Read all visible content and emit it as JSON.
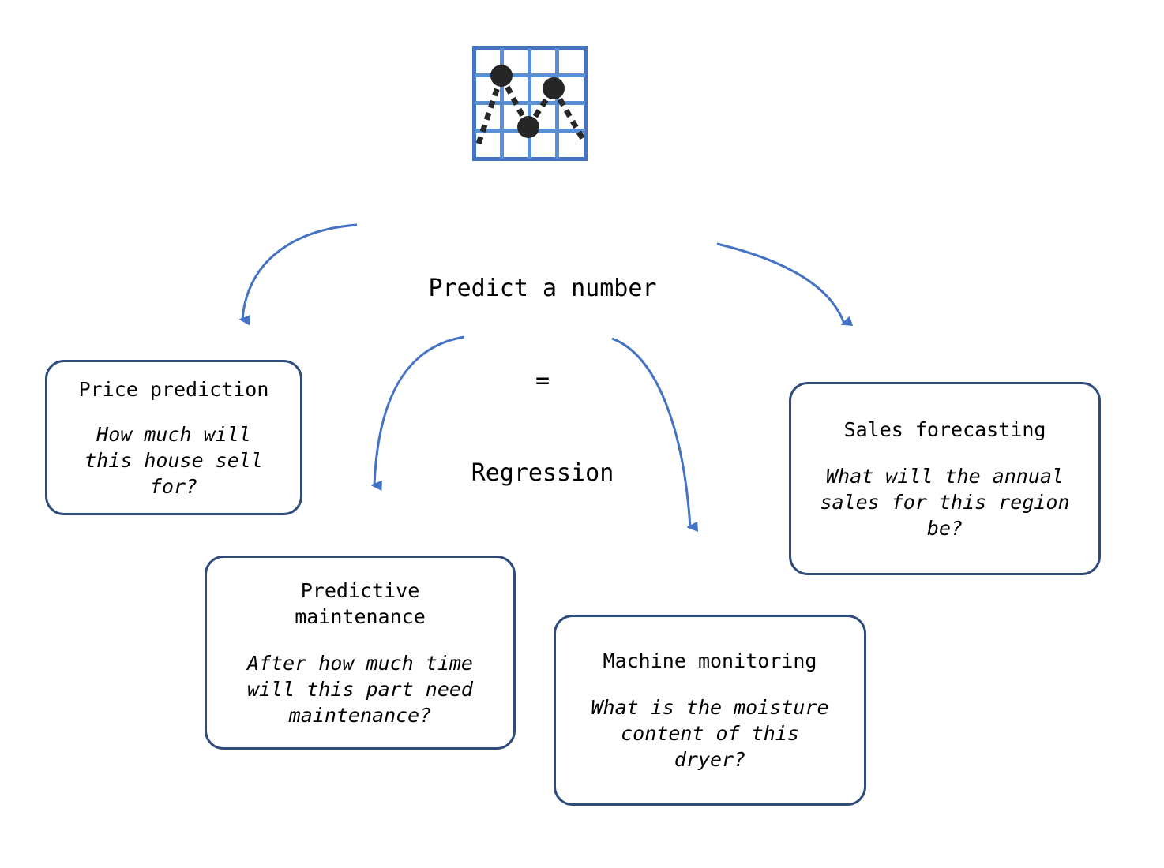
{
  "diagram": {
    "title_lines": [
      "Predict a number",
      "=",
      "Regression"
    ],
    "icon": {
      "name": "scatter-line-chart-icon",
      "grid_color": "#5B8FD4",
      "grid_border_color": "#4472C4",
      "point_color": "#262626"
    },
    "arrow_color": "#4472C4",
    "box_border_color": "#2E4B7C",
    "cards": [
      {
        "id": "price",
        "title": "Price prediction",
        "question": "How much will\nthis house sell\nfor?"
      },
      {
        "id": "maintenance",
        "title": "Predictive\nmaintenance",
        "question": "After how much time\nwill this part need\nmaintenance?"
      },
      {
        "id": "machine",
        "title": "Machine monitoring",
        "question": "What is the moisture\ncontent of this\ndryer?"
      },
      {
        "id": "sales",
        "title": "Sales forecasting",
        "question": "What will the annual\nsales for this region\nbe?"
      }
    ]
  }
}
